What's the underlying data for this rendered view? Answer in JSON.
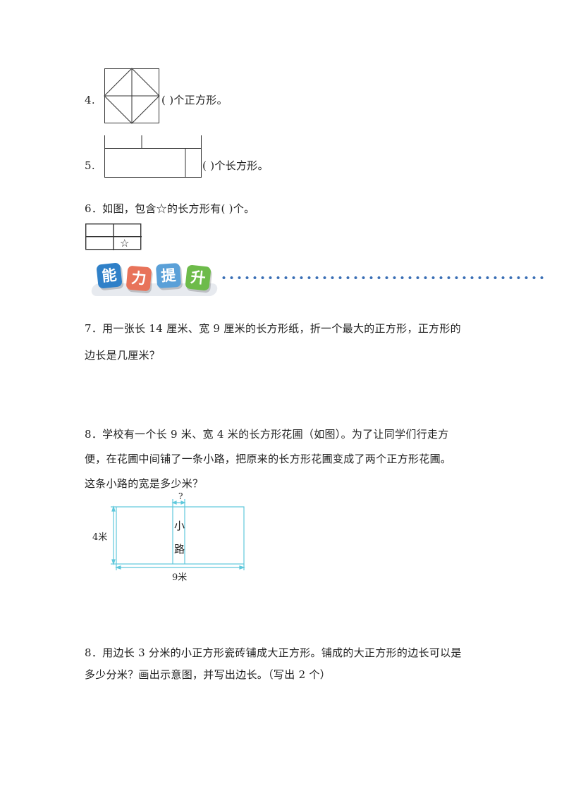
{
  "q4": {
    "num": "4.",
    "text": "(          )个正方形。"
  },
  "q5": {
    "num": "5.",
    "text": "(          )个长方形。"
  },
  "q6": {
    "text": "6．如图，包含☆的长方形有(              )个。",
    "star": "☆"
  },
  "banner": {
    "chars": [
      "能",
      "力",
      "提",
      "升"
    ],
    "colors": [
      "#2f80c8",
      "#e8735a",
      "#5aa0d8",
      "#6dbb4a"
    ]
  },
  "q7": {
    "line1": "7．用一张长 14 厘米、宽 9 厘米的长方形纸，折一个最大的正方形，正方形的",
    "line2": "边长是几厘米？"
  },
  "q8a": {
    "line1": "8．学校有一个长 9 米、宽 4 米的长方形花圃（如图）。为了让同学们行走方",
    "line2": "便，在花圃中间铺了一条小路，把原来的长方形花圃变成了两个正方形花圃。",
    "line3": "这条小路的宽是多少米？",
    "fig": {
      "question": "?",
      "path1": "小",
      "path2": "路",
      "height_label": "4米",
      "width_label": "9米",
      "color": "#5fc8dc"
    }
  },
  "q8b": {
    "line1": "8．用边长 3 分米的小正方形瓷砖铺成大正方形。铺成的大正方形的边长可以是",
    "line2": "多少分米？画出示意图，并写出边长。（写出 2 个）"
  }
}
